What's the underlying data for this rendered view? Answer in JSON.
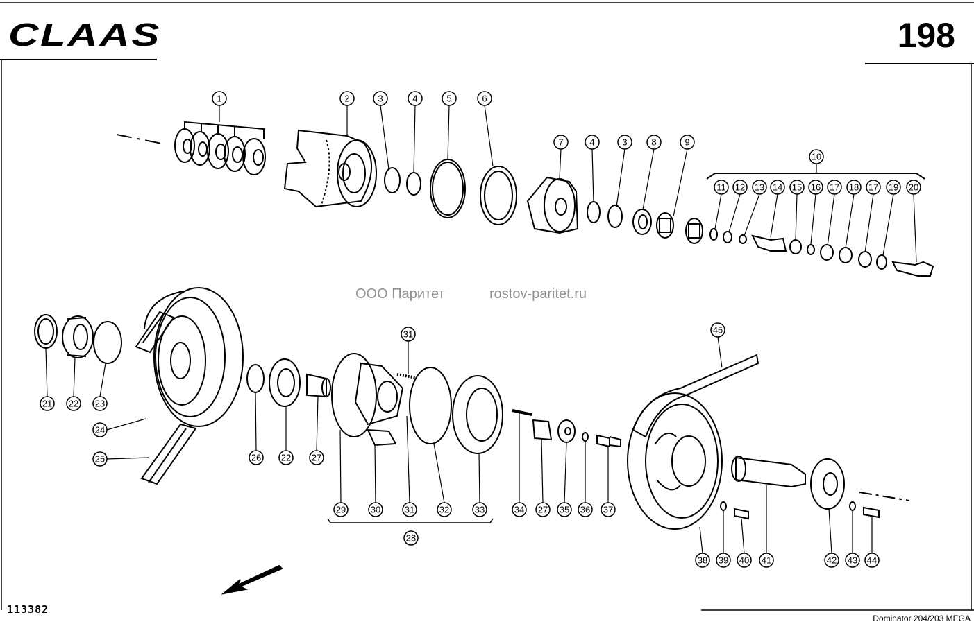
{
  "header": {
    "brand": "CLAAS",
    "page_number": "198"
  },
  "watermark": {
    "company": "ООО Паритет",
    "site": "rostov-paritet.ru"
  },
  "footer": {
    "drawing_code": "113382",
    "model": "Dominator 204/203 MEGA"
  },
  "callouts": [
    "1",
    "2",
    "3",
    "4",
    "5",
    "6",
    "7",
    "4",
    "3",
    "8",
    "9",
    "10",
    "11",
    "12",
    "13",
    "14",
    "15",
    "16",
    "17",
    "18",
    "17",
    "19",
    "20",
    "31",
    "45",
    "21",
    "22",
    "23",
    "24",
    "25",
    "26",
    "22",
    "27",
    "29",
    "30",
    "31",
    "32",
    "33",
    "28",
    "34",
    "27",
    "35",
    "36",
    "37",
    "38",
    "39",
    "40",
    "41",
    "42",
    "43",
    "44"
  ],
  "icons": {
    "direction": "arrow-icon"
  }
}
